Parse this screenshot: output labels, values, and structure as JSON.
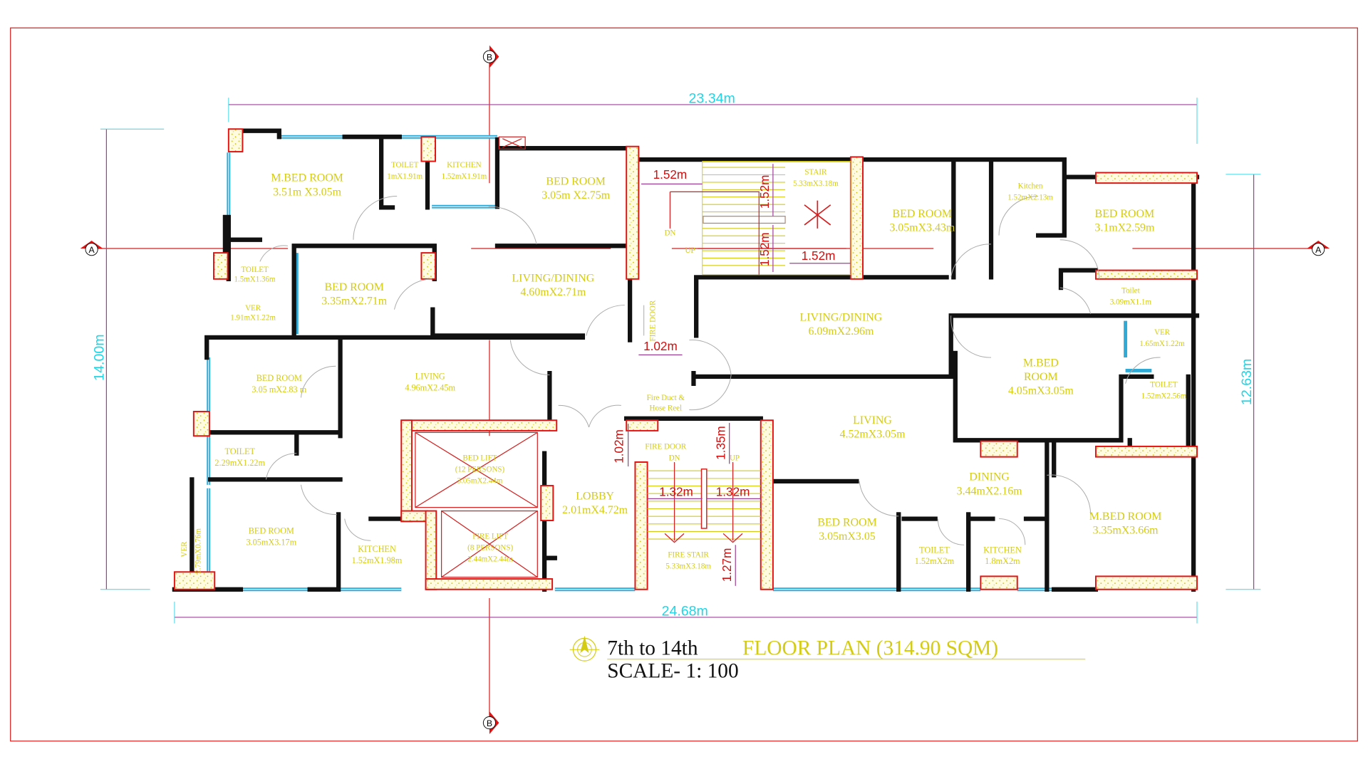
{
  "title": {
    "floors": "7th to 14th",
    "plan": "FLOOR PLAN (314.90 SQM)",
    "scale": "SCALE- 1: 100"
  },
  "grid_markers": {
    "a": "A",
    "b": "B"
  },
  "overall_dims": {
    "top": "23.34m",
    "bottom": "24.68m",
    "left": "14.00m",
    "right": "12.63m"
  },
  "red_dims": [
    "1.52m",
    "1.52m",
    "1.52m",
    "1.52m",
    "1.02m",
    "1.02m",
    "1.35m",
    "1.32m",
    "1.32m",
    "1.27m"
  ],
  "rooms": [
    {
      "name": "M.BED ROOM",
      "size": "3.51m X3.05m"
    },
    {
      "name": "TOILET",
      "size": "1mX1.91m"
    },
    {
      "name": "KITCHEN",
      "size": "1.52mX1.91m"
    },
    {
      "name": "BED ROOM",
      "size": "3.05m X2.75m"
    },
    {
      "name": "TOILET",
      "size": "1.5mX1.36m"
    },
    {
      "name": "BED ROOM",
      "size": "3.35mX2.71m"
    },
    {
      "name": "LIVING/DINING",
      "size": "4.60mX2.71m"
    },
    {
      "name": "VER",
      "size": "1.91mX1.22m"
    },
    {
      "name": "BED ROOM",
      "size": "3.05 mX2.83 m"
    },
    {
      "name": "LIVING",
      "size": "4.96mX2.45m"
    },
    {
      "name": "TOILET",
      "size": "2.29mX1.22m"
    },
    {
      "name": "BED ROOM",
      "size": "3.05mX3.17m"
    },
    {
      "name": "KITCHEN",
      "size": "1.52mX1.98m"
    },
    {
      "name": "VER",
      "size": "2.79mX0.76m"
    },
    {
      "name": "LOBBY",
      "size": "2.01mX4.72m"
    },
    {
      "name": "STAIR",
      "size": "5.33mX3.18m"
    },
    {
      "name": "BED ROOM",
      "size": "3.05mX3.43m"
    },
    {
      "name": "Kitchen",
      "size": "1.52mX2.13m"
    },
    {
      "name": "BED ROOM",
      "size": "3.1mX2.59m"
    },
    {
      "name": "Toilet",
      "size": "3.09mX1.1m"
    },
    {
      "name": "LIVING/DINING",
      "size": "6.09mX2.96m"
    },
    {
      "name": "VER",
      "size": "1.65mX1.22m"
    },
    {
      "name": "M.BED",
      "name2": "ROOM",
      "size": "4.05mX3.05m"
    },
    {
      "name": "TOILET",
      "size": "1.52mX2.56m"
    },
    {
      "name": "LIVING",
      "size": "4.52mX3.05m"
    },
    {
      "name": "DINING",
      "size": "3.44mX2.16m"
    },
    {
      "name": "BED ROOM",
      "size": "3.05mX3.05"
    },
    {
      "name": "TOILET",
      "size": "1.52mX2m"
    },
    {
      "name": "KITCHEN",
      "size": "1.8mX2m"
    },
    {
      "name": "M.BED ROOM",
      "size": "3.35mX3.66m"
    },
    {
      "name": "FIRE STAIR",
      "size": "5.33mX3.18m"
    }
  ],
  "lifts": [
    {
      "name": "BED LIFT",
      "capacity": "(12 PERSONS)",
      "size": "3.05mX2.44m"
    },
    {
      "name": "FIRE LIFT",
      "capacity": "(8 PERSONS)",
      "size": "2.44mX2.44m"
    }
  ],
  "labels": {
    "fire_duct_1": "Fire Duct &",
    "fire_duct_2": "Hose Reel",
    "fire_door": "FIRE DOOR",
    "fire_door_2": "FIRE DOOR",
    "dn": "DN",
    "up": "UP",
    "fire_dn": "DN",
    "fire_up": "UP"
  },
  "colors": {
    "frame": "#d42020",
    "label": "#d4cc14",
    "window": "#2fa9d6",
    "dimension": "#1fd6e6",
    "column_border": "#e31313"
  }
}
